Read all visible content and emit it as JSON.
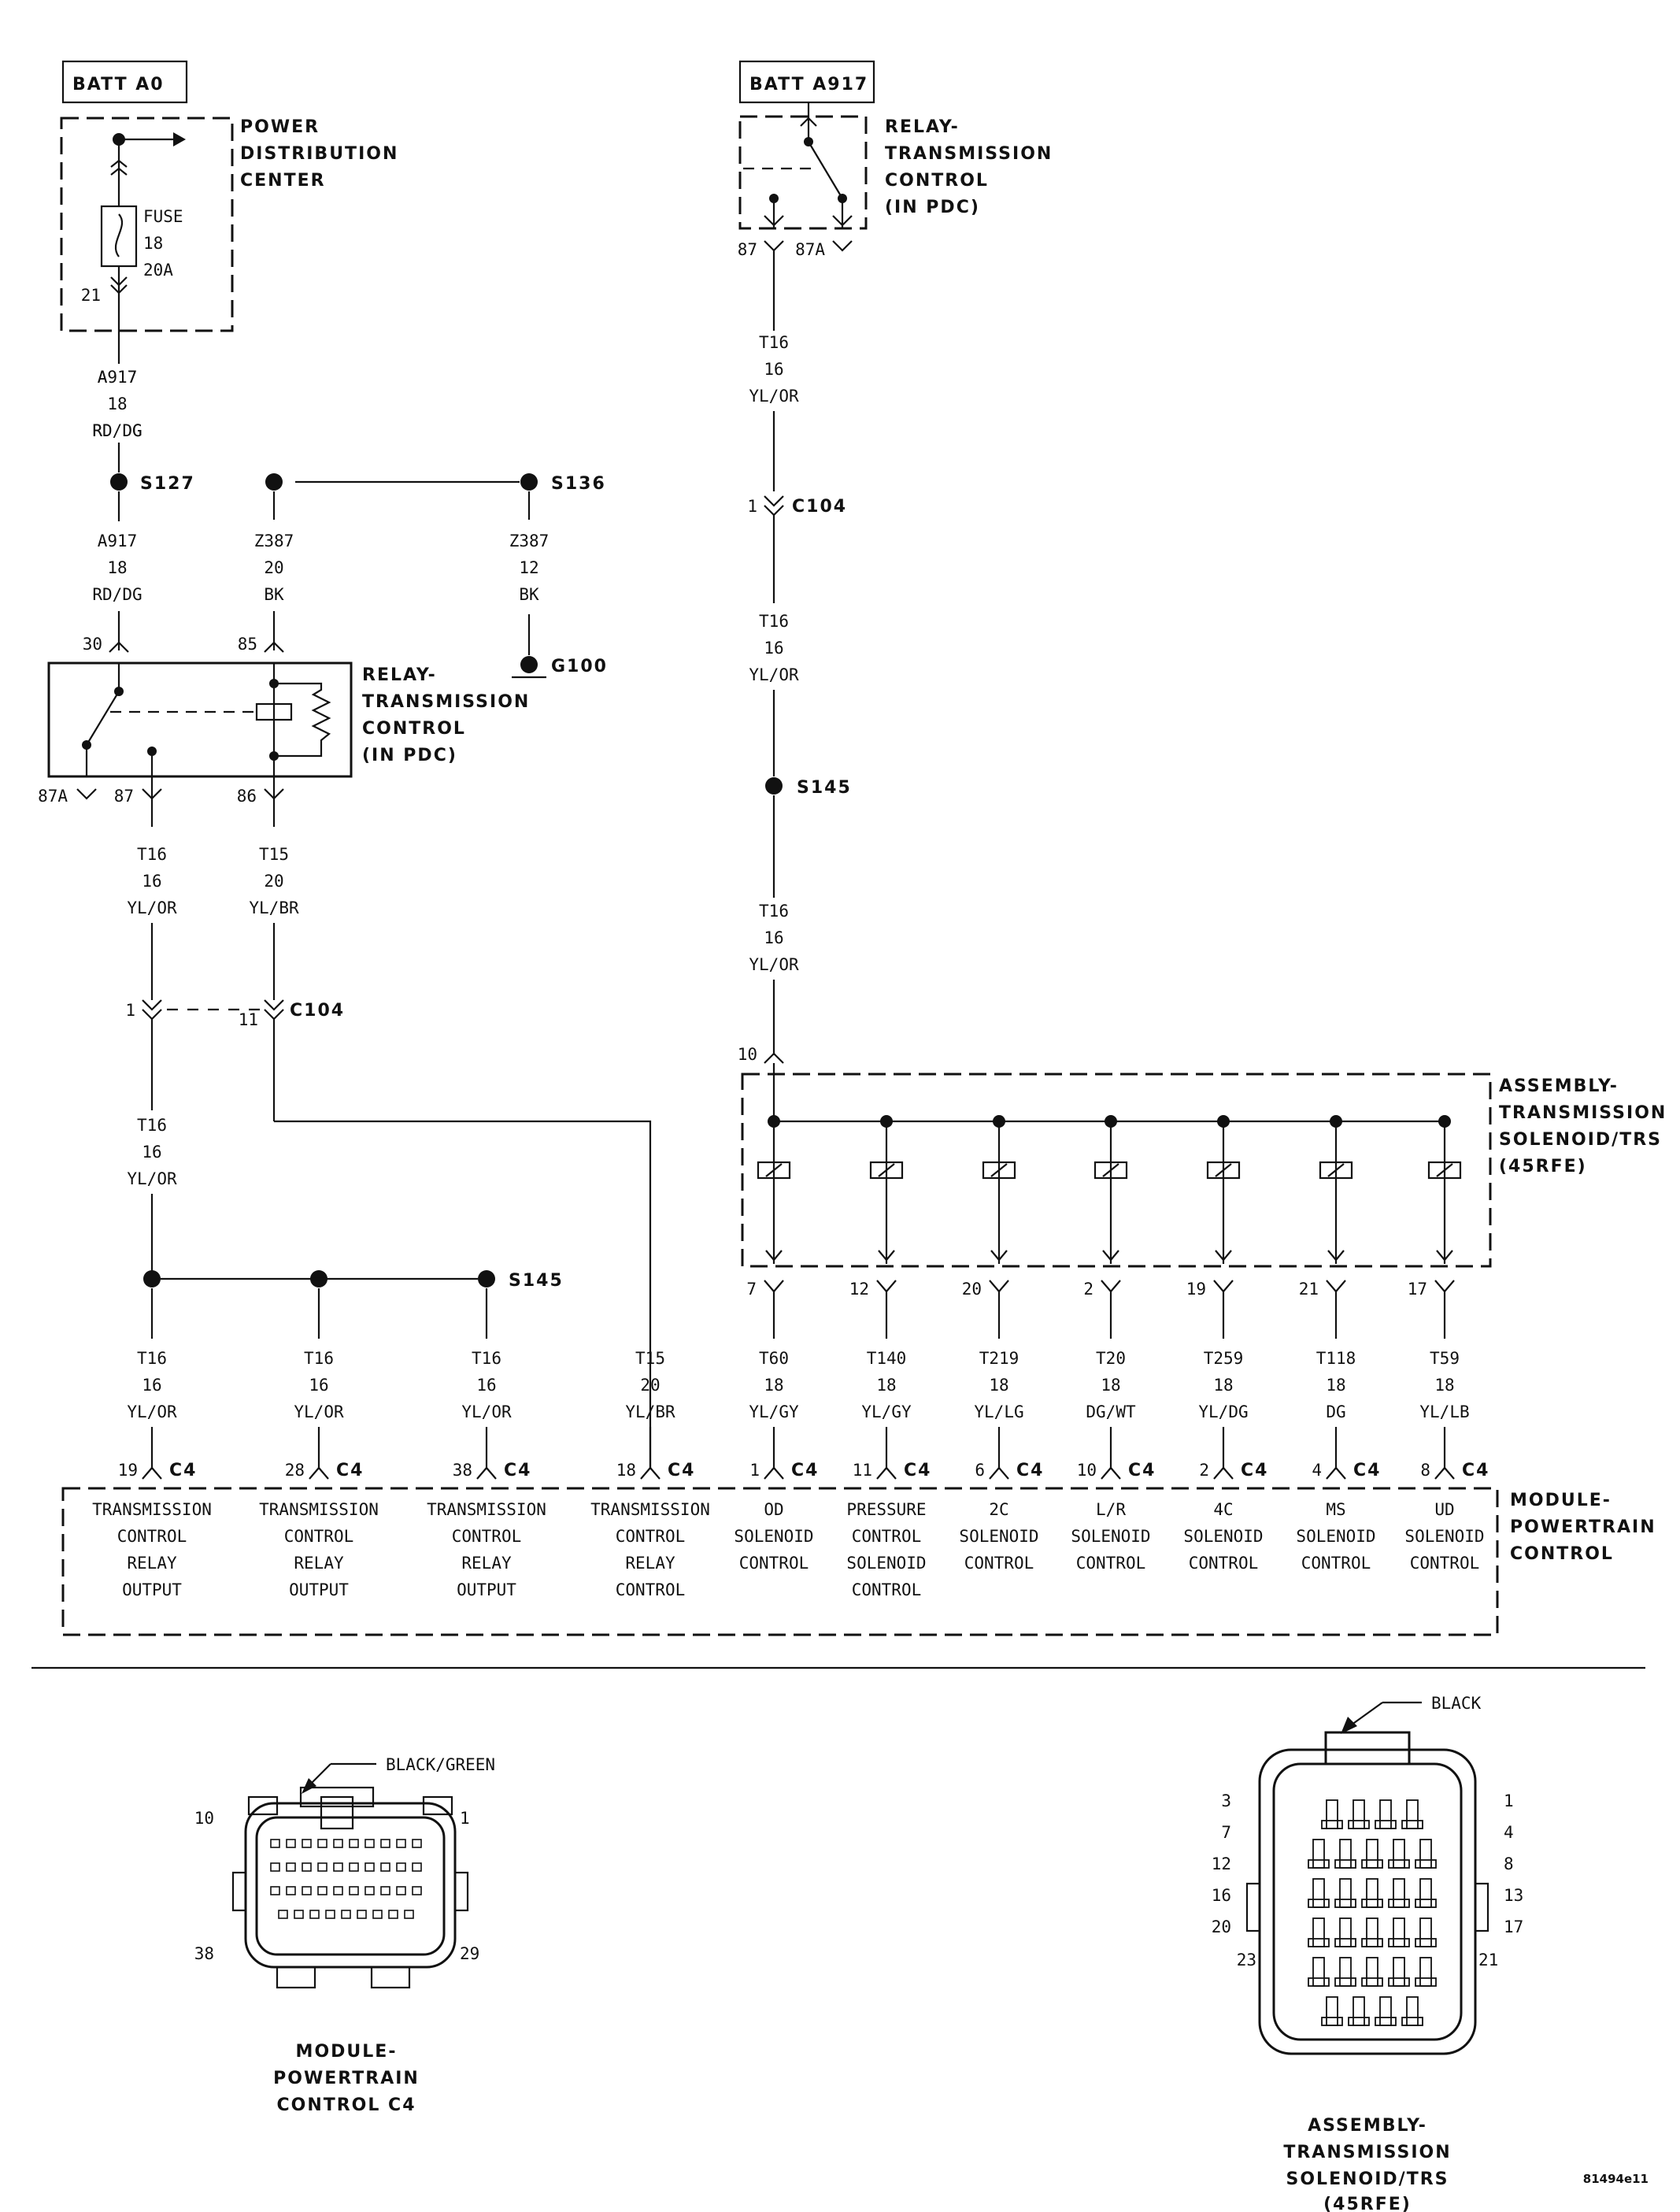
{
  "batt_a0": "BATT A0",
  "batt_a917": "BATT A917",
  "pdc_label": [
    "POWER",
    "DISTRIBUTION",
    "CENTER"
  ],
  "fuse": [
    "FUSE",
    "18",
    "20A"
  ],
  "pin_21": "21",
  "relay_label": [
    "RELAY-",
    "TRANSMISSION",
    "CONTROL",
    "(IN PDC)"
  ],
  "relay_top_pins": [
    "87",
    "87A"
  ],
  "relay_left_pins": {
    "p30": "30",
    "p85": "85",
    "p87a": "87A",
    "p87": "87",
    "p86": "86"
  },
  "splices": {
    "s127": "S127",
    "s136": "S136",
    "s145": "S145",
    "g100": "G100"
  },
  "connectors": {
    "c104": "C104",
    "c4": "C4"
  },
  "wires": {
    "a917_top": [
      "A917",
      "18",
      "RD/DG"
    ],
    "a917_mid": [
      "A917",
      "18",
      "RD/DG"
    ],
    "z387_20": [
      "Z387",
      "20",
      "BK"
    ],
    "z387_12": [
      "Z387",
      "12",
      "BK"
    ],
    "t16": [
      "T16",
      "16",
      "YL/OR"
    ],
    "t15": [
      "T15",
      "20",
      "YL/BR"
    ]
  },
  "c104_pins": {
    "left": "1",
    "mid": "11",
    "right": "1"
  },
  "assembly_label": [
    "ASSEMBLY-",
    "TRANSMISSION",
    "SOLENOID/TRS",
    "(45RFE)"
  ],
  "assembly_pin_in": "10",
  "solenoid_wires": [
    {
      "pin": "7",
      "circuit": "T60",
      "gauge": "18",
      "color": "YL/GY",
      "c4pin": "1",
      "func": [
        "OD",
        "SOLENOID",
        "CONTROL"
      ]
    },
    {
      "pin": "12",
      "circuit": "T140",
      "gauge": "18",
      "color": "YL/GY",
      "c4pin": "11",
      "func": [
        "PRESSURE",
        "CONTROL",
        "SOLENOID",
        "CONTROL"
      ]
    },
    {
      "pin": "20",
      "circuit": "T219",
      "gauge": "18",
      "color": "YL/LG",
      "c4pin": "6",
      "func": [
        "2C",
        "SOLENOID",
        "CONTROL"
      ]
    },
    {
      "pin": "2",
      "circuit": "T20",
      "gauge": "18",
      "color": "DG/WT",
      "c4pin": "10",
      "func": [
        "L/R",
        "SOLENOID",
        "CONTROL"
      ]
    },
    {
      "pin": "19",
      "circuit": "T259",
      "gauge": "18",
      "color": "YL/DG",
      "c4pin": "2",
      "func": [
        "4C",
        "SOLENOID",
        "CONTROL"
      ]
    },
    {
      "pin": "21",
      "circuit": "T118",
      "gauge": "18",
      "color": "DG",
      "c4pin": "4",
      "func": [
        "MS",
        "SOLENOID",
        "CONTROL"
      ]
    },
    {
      "pin": "17",
      "circuit": "T59",
      "gauge": "18",
      "color": "YL/LB",
      "c4pin": "8",
      "func": [
        "UD",
        "SOLENOID",
        "CONTROL"
      ]
    }
  ],
  "relay_output_wires": [
    {
      "circuit": "T16",
      "gauge": "16",
      "color": "YL/OR",
      "c4pin": "19",
      "func": [
        "TRANSMISSION",
        "CONTROL",
        "RELAY",
        "OUTPUT"
      ]
    },
    {
      "circuit": "T16",
      "gauge": "16",
      "color": "YL/OR",
      "c4pin": "28",
      "func": [
        "TRANSMISSION",
        "CONTROL",
        "RELAY",
        "OUTPUT"
      ]
    },
    {
      "circuit": "T16",
      "gauge": "16",
      "color": "YL/OR",
      "c4pin": "38",
      "func": [
        "TRANSMISSION",
        "CONTROL",
        "RELAY",
        "OUTPUT"
      ]
    },
    {
      "circuit": "T15",
      "gauge": "20",
      "color": "YL/BR",
      "c4pin": "18",
      "func": [
        "TRANSMISSION",
        "CONTROL",
        "RELAY",
        "CONTROL"
      ]
    }
  ],
  "pcm_label": [
    "MODULE-",
    "POWERTRAIN",
    "CONTROL"
  ],
  "c4_view": {
    "color": "BLACK/GREEN",
    "pins": {
      "tl": "10",
      "tr": "1",
      "bl": "38",
      "br": "29"
    },
    "caption": [
      "MODULE-",
      "POWERTRAIN",
      "CONTROL C4"
    ]
  },
  "trs_view": {
    "color": "BLACK",
    "left_pins": [
      "3",
      "7",
      "12",
      "16",
      "20",
      "23"
    ],
    "right_pins": [
      "1",
      "4",
      "8",
      "13",
      "17",
      "21"
    ],
    "caption": [
      "ASSEMBLY-",
      "TRANSMISSION",
      "SOLENOID/TRS",
      "(45RFE)"
    ]
  },
  "figure_id": "81494e11"
}
